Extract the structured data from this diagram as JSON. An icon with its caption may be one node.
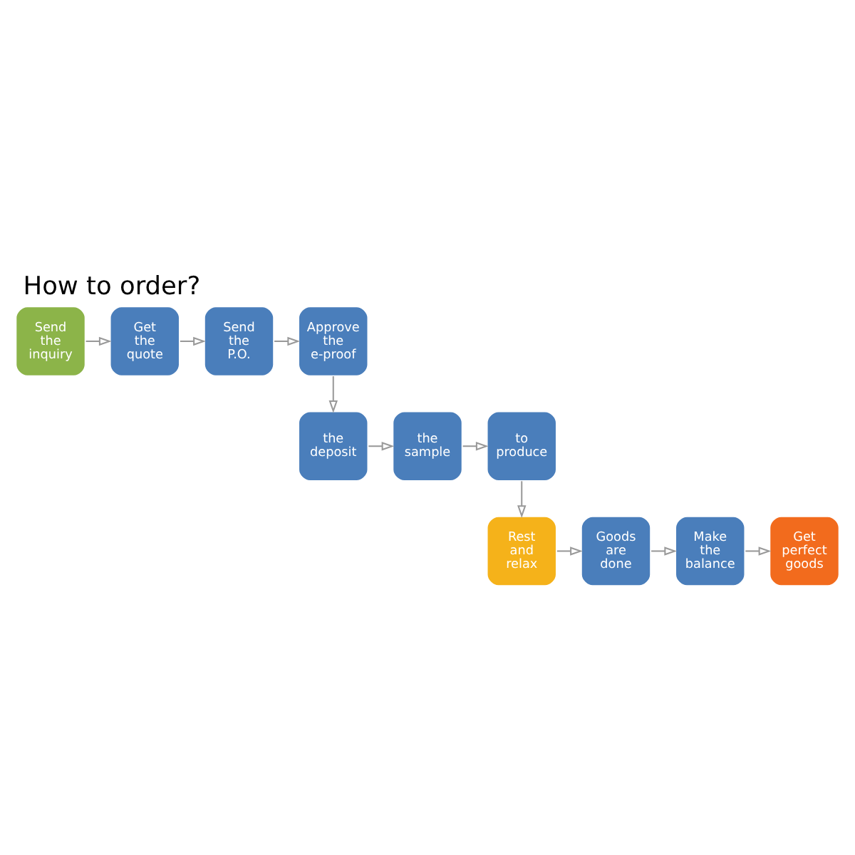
{
  "diagram": {
    "title": "How to order?",
    "nodes": [
      {
        "text": [
          "Send the inquiry"
        ]
      },
      {
        "text": [
          "Get the quote"
        ]
      },
      {
        "text": [
          "Send the P.O."
        ]
      },
      {
        "text": [
          "Approve the e-proof"
        ]
      },
      {
        "text": [
          "the deposit"
        ]
      },
      {
        "text": [
          "the sample"
        ]
      },
      {
        "text": [
          "to produce"
        ]
      },
      {
        "text": [
          "Rest and relax"
        ]
      },
      {
        "text": [
          "Goods are done"
        ]
      },
      {
        "text": [
          "Make the balance"
        ]
      },
      {
        "text": [
          "Get perfect goods"
        ]
      }
    ],
    "edges": [
      {
        "from": 0,
        "to": 1,
        "arrow": "to"
      },
      {
        "from": 1,
        "to": 2,
        "arrow": "to"
      },
      {
        "from": 2,
        "to": 3,
        "arrow": "to"
      },
      {
        "from": 3,
        "to": 4,
        "arrow": "to"
      },
      {
        "from": 4,
        "to": 5,
        "arrow": "to"
      },
      {
        "from": 5,
        "to": 6,
        "arrow": "to"
      },
      {
        "from": 6,
        "to": 7,
        "arrow": "to"
      },
      {
        "from": 7,
        "to": 8,
        "arrow": "to"
      },
      {
        "from": 8,
        "to": 9,
        "arrow": "to"
      },
      {
        "from": 9,
        "to": 10,
        "arrow": "to"
      }
    ]
  }
}
